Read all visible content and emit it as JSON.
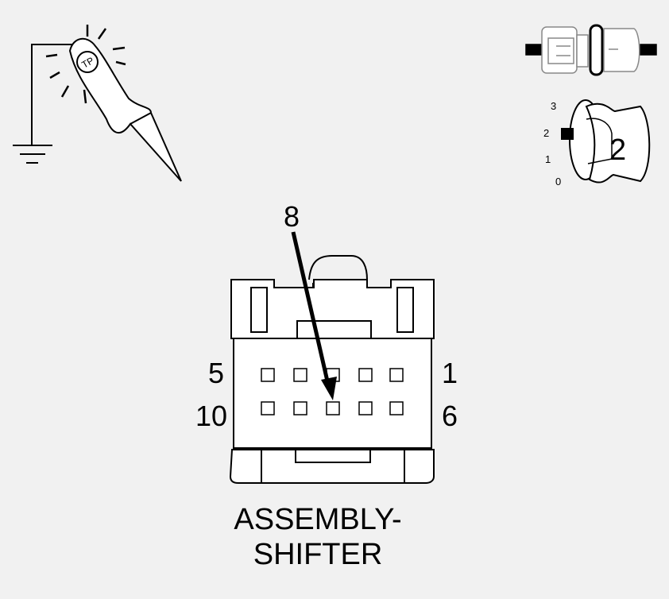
{
  "probe": {
    "logo": "TP"
  },
  "connector": {
    "callout_pin": "8",
    "row1": {
      "left": "5",
      "right": "1"
    },
    "row2": {
      "left": "10",
      "right": "6"
    },
    "title_line1": "ASSEMBLY-",
    "title_line2": "SHIFTER"
  },
  "ignition": {
    "positions": [
      "3",
      "2",
      "1",
      "0"
    ],
    "selected": "2"
  },
  "colors": {
    "background": "#f1f1f1",
    "line": "#000000",
    "fill": "#ffffff"
  }
}
